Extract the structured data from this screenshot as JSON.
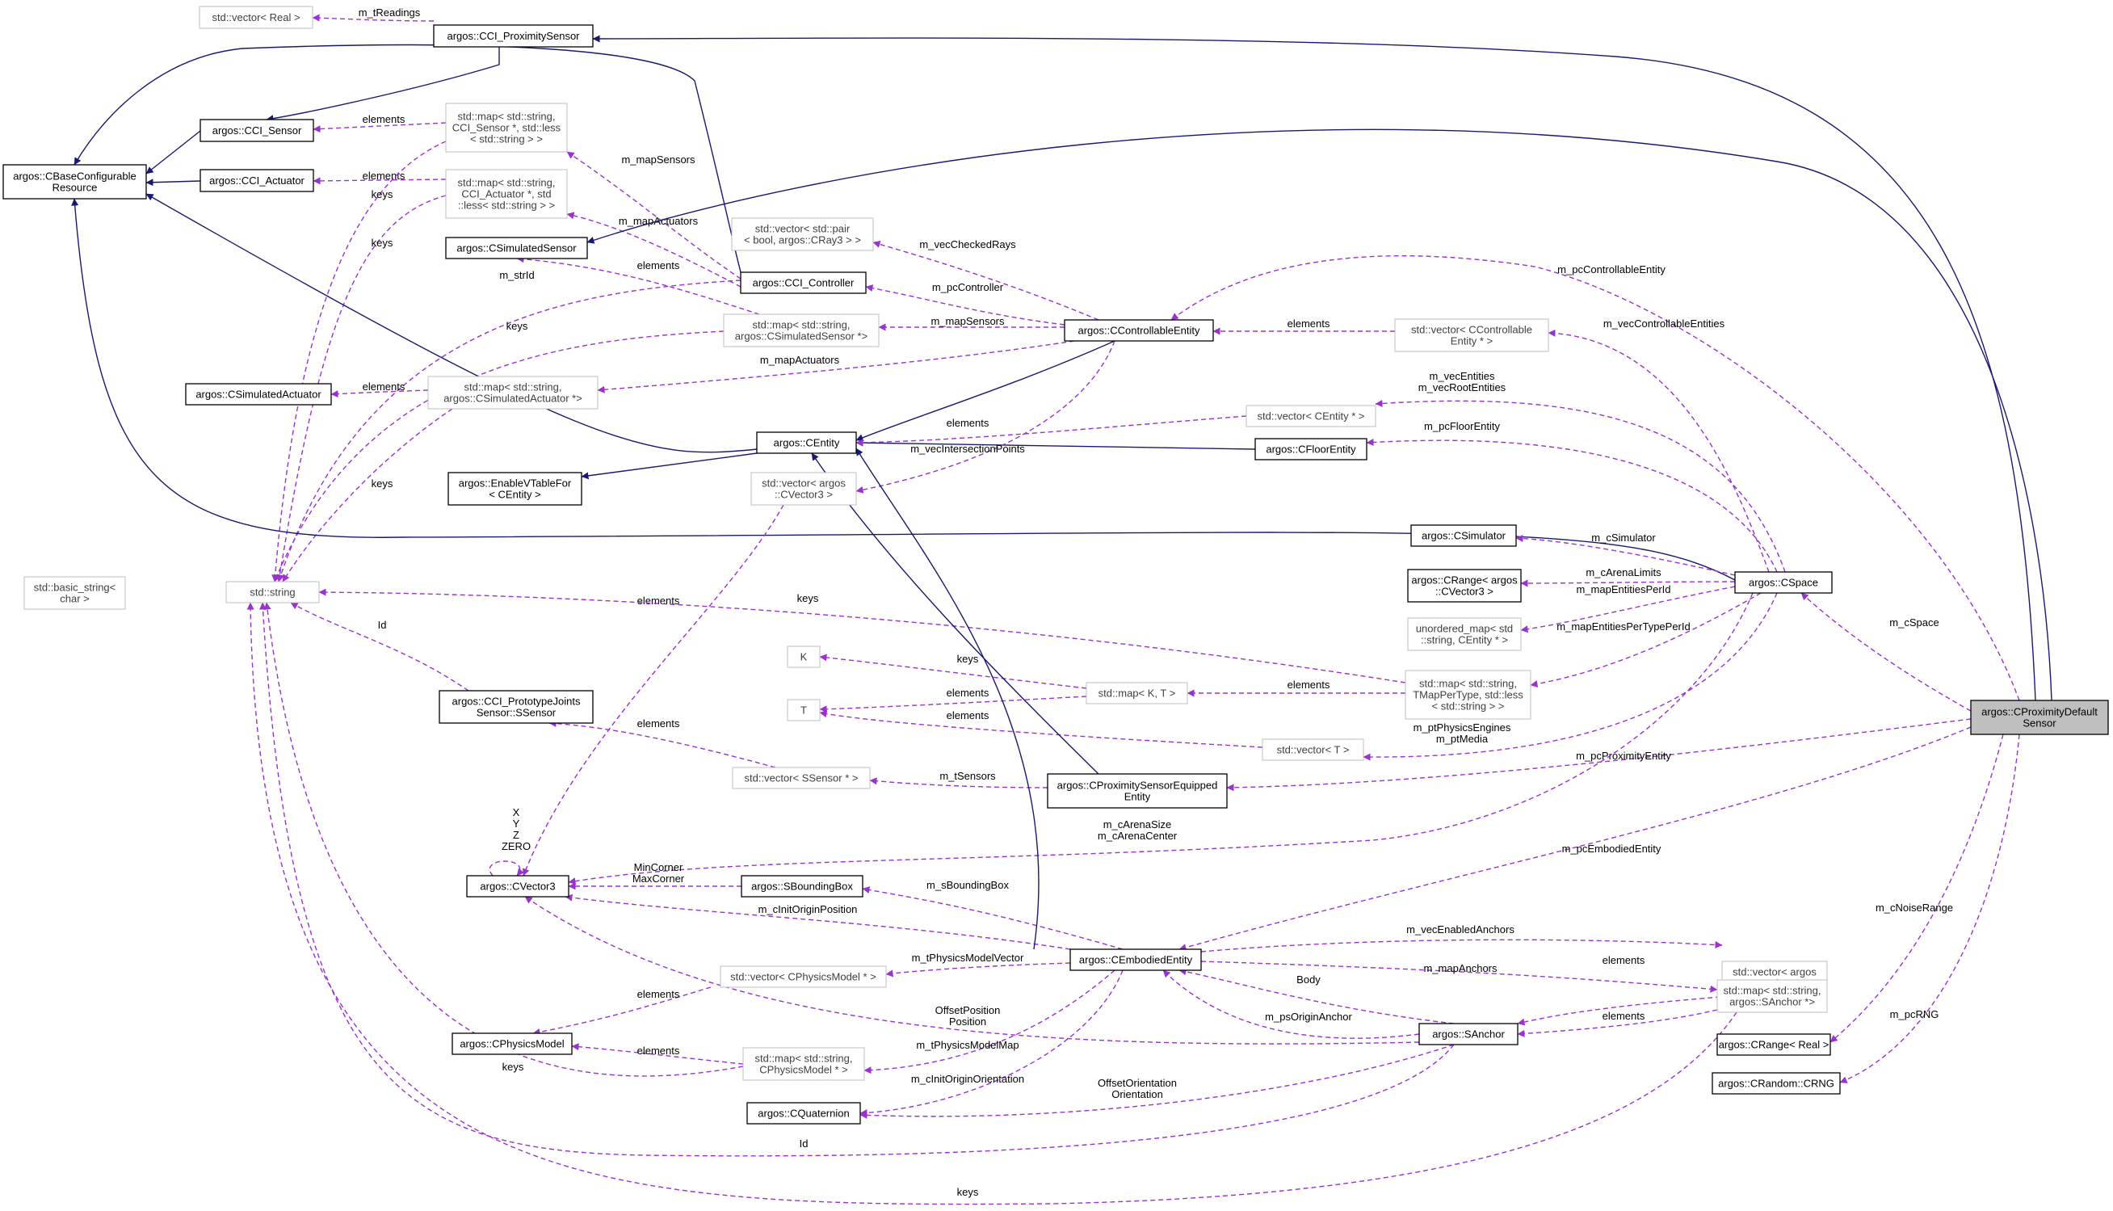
{
  "colors": {
    "inheritance": "#191970",
    "usage": "#9a32cd",
    "node_border": "#000000",
    "template_border": "#bfbfbf",
    "highlight_fill": "#bfbfbf",
    "label": "#000000",
    "template_text": "#404040"
  },
  "nodes": [
    {
      "id": "vector_real",
      "lines": [
        "std::vector< Real >"
      ],
      "style": "template"
    },
    {
      "id": "cci_prox",
      "lines": [
        "argos::CCI_ProximitySensor"
      ],
      "style": "class"
    },
    {
      "id": "cci_sensor",
      "lines": [
        "argos::CCI_Sensor"
      ],
      "style": "class"
    },
    {
      "id": "cbase",
      "lines": [
        "argos::CBaseConfigurable",
        "Resource"
      ],
      "style": "class"
    },
    {
      "id": "cci_actuator",
      "lines": [
        "argos::CCI_Actuator"
      ],
      "style": "class"
    },
    {
      "id": "map_cci_sensor",
      "lines": [
        "std::map< std::string,",
        "CCI_Sensor *, std::less",
        "< std::string > >"
      ],
      "style": "template"
    },
    {
      "id": "map_cci_actuator",
      "lines": [
        "std::map< std::string,",
        "CCI_Actuator *, std",
        "::less< std::string > >"
      ],
      "style": "template"
    },
    {
      "id": "csim_sensor",
      "lines": [
        "argos::CSimulatedSensor"
      ],
      "style": "class"
    },
    {
      "id": "vec_pair",
      "lines": [
        "std::vector< std::pair",
        "< bool, argos::CRay3 > >"
      ],
      "style": "template"
    },
    {
      "id": "cci_controller",
      "lines": [
        "argos::CCI_Controller"
      ],
      "style": "class"
    },
    {
      "id": "map_csim_sensor",
      "lines": [
        "std::map< std::string,",
        "argos::CSimulatedSensor *>"
      ],
      "style": "template"
    },
    {
      "id": "ccontrollable",
      "lines": [
        "argos::CControllableEntity"
      ],
      "style": "class"
    },
    {
      "id": "vec_ccontrollable",
      "lines": [
        "std::vector< CControllable",
        "Entity * >"
      ],
      "style": "template"
    },
    {
      "id": "csim_actuator",
      "lines": [
        "argos::CSimulatedActuator"
      ],
      "style": "class"
    },
    {
      "id": "map_csim_actuator",
      "lines": [
        "std::map< std::string,",
        "argos::CSimulatedActuator *>"
      ],
      "style": "template"
    },
    {
      "id": "vec_centity",
      "lines": [
        "std::vector< CEntity * >"
      ],
      "style": "template"
    },
    {
      "id": "centity",
      "lines": [
        "argos::CEntity"
      ],
      "style": "class"
    },
    {
      "id": "cfloor",
      "lines": [
        "argos::CFloorEntity"
      ],
      "style": "class"
    },
    {
      "id": "enable_vtable",
      "lines": [
        "argos::EnableVTableFor",
        "< CEntity >"
      ],
      "style": "class"
    },
    {
      "id": "vec_cvector3",
      "lines": [
        "std::vector< argos",
        "::CVector3 >"
      ],
      "style": "template"
    },
    {
      "id": "csimulator",
      "lines": [
        "argos::CSimulator"
      ],
      "style": "class"
    },
    {
      "id": "basic_string",
      "lines": [
        "std::basic_string<",
        "char >"
      ],
      "style": "template"
    },
    {
      "id": "std_string",
      "lines": [
        "std::string"
      ],
      "style": "template"
    },
    {
      "id": "crange_cvector3",
      "lines": [
        "argos::CRange< argos",
        "::CVector3 >"
      ],
      "style": "class"
    },
    {
      "id": "cspace",
      "lines": [
        "argos::CSpace"
      ],
      "style": "class"
    },
    {
      "id": "unordered_map",
      "lines": [
        "unordered_map< std",
        "::string, CEntity * >"
      ],
      "style": "template"
    },
    {
      "id": "K",
      "lines": [
        "K"
      ],
      "style": "template"
    },
    {
      "id": "map_KT",
      "lines": [
        "std::map< K, T >"
      ],
      "style": "template"
    },
    {
      "id": "map_tmap",
      "lines": [
        "std::map< std::string,",
        "TMapPerType, std::less",
        "< std::string > >"
      ],
      "style": "template"
    },
    {
      "id": "T",
      "lines": [
        "T"
      ],
      "style": "template"
    },
    {
      "id": "sensor_ssensor",
      "lines": [
        "argos::CCI_PrototypeJoints",
        "Sensor::SSensor"
      ],
      "style": "class"
    },
    {
      "id": "vec_T",
      "lines": [
        "std::vector< T >"
      ],
      "style": "template"
    },
    {
      "id": "vec_ssensor",
      "lines": [
        "std::vector< SSensor * >"
      ],
      "style": "template"
    },
    {
      "id": "cprox_equipped",
      "lines": [
        "argos::CProximitySensorEquipped",
        "Entity"
      ],
      "style": "class"
    },
    {
      "id": "cprox_default",
      "lines": [
        "argos::CProximityDefault",
        "Sensor"
      ],
      "style": "highlight"
    },
    {
      "id": "cvector3",
      "lines": [
        "argos::CVector3"
      ],
      "style": "class"
    },
    {
      "id": "sbbox",
      "lines": [
        "argos::SBoundingBox"
      ],
      "style": "class"
    },
    {
      "id": "cembodied",
      "lines": [
        "argos::CEmbodiedEntity"
      ],
      "style": "class"
    },
    {
      "id": "vec_sanchor",
      "lines": [
        "std::vector< argos",
        "::SAnchor *>"
      ],
      "style": "template"
    },
    {
      "id": "vec_cphysics",
      "lines": [
        "std::vector< CPhysicsModel * >"
      ],
      "style": "template"
    },
    {
      "id": "map_sanchor",
      "lines": [
        "std::map< std::string,",
        "argos::SAnchor *>"
      ],
      "style": "template"
    },
    {
      "id": "cphysics",
      "lines": [
        "argos::CPhysicsModel"
      ],
      "style": "class"
    },
    {
      "id": "sanchor",
      "lines": [
        "argos::SAnchor"
      ],
      "style": "class"
    },
    {
      "id": "crange_real",
      "lines": [
        "argos::CRange< Real >"
      ],
      "style": "class"
    },
    {
      "id": "map_cphysics",
      "lines": [
        "std::map< std::string,",
        "CPhysicsModel * >"
      ],
      "style": "template"
    },
    {
      "id": "crng",
      "lines": [
        "argos::CRandom::CRNG"
      ],
      "style": "class"
    },
    {
      "id": "cquaternion",
      "lines": [
        "argos::CQuaternion"
      ],
      "style": "class"
    }
  ],
  "edges": [
    {
      "id": "e1",
      "kind": "usage",
      "lines": [
        "m_tReadings"
      ]
    },
    {
      "id": "e2",
      "kind": "inherit",
      "lines": []
    },
    {
      "id": "e3",
      "kind": "inherit",
      "lines": []
    },
    {
      "id": "e4",
      "kind": "inherit",
      "lines": []
    },
    {
      "id": "e5",
      "kind": "inherit",
      "lines": []
    },
    {
      "id": "e6",
      "kind": "usage",
      "lines": [
        "elements"
      ]
    },
    {
      "id": "e7",
      "kind": "usage",
      "lines": [
        "elements"
      ]
    },
    {
      "id": "e8",
      "kind": "usage",
      "lines": [
        "keys"
      ]
    },
    {
      "id": "e9",
      "kind": "usage",
      "lines": [
        "keys"
      ]
    },
    {
      "id": "e10",
      "kind": "usage",
      "lines": [
        "m_mapSensors"
      ]
    },
    {
      "id": "e11",
      "kind": "usage",
      "lines": [
        "m_mapActuators"
      ]
    },
    {
      "id": "e12",
      "kind": "inherit",
      "lines": []
    },
    {
      "id": "e13",
      "kind": "inherit",
      "lines": []
    },
    {
      "id": "e14",
      "kind": "usage",
      "lines": [
        "m_strId"
      ]
    },
    {
      "id": "e15",
      "kind": "usage",
      "lines": [
        "elements"
      ]
    },
    {
      "id": "e16",
      "kind": "usage",
      "lines": [
        "keys"
      ]
    },
    {
      "id": "e17",
      "kind": "usage",
      "lines": [
        "m_vecCheckedRays"
      ]
    },
    {
      "id": "e18",
      "kind": "usage",
      "lines": [
        "m_pcController"
      ]
    },
    {
      "id": "e19",
      "kind": "usage",
      "lines": [
        "m_mapSensors"
      ]
    },
    {
      "id": "e20",
      "kind": "usage",
      "lines": [
        "m_mapActuators"
      ]
    },
    {
      "id": "e21",
      "kind": "usage",
      "lines": [
        "elements"
      ]
    },
    {
      "id": "e22",
      "kind": "usage",
      "lines": [
        "keys"
      ]
    },
    {
      "id": "e23",
      "kind": "usage",
      "lines": [
        "elements"
      ]
    },
    {
      "id": "e24",
      "kind": "usage",
      "lines": [
        "m_pcControllableEntity"
      ]
    },
    {
      "id": "e25",
      "kind": "usage",
      "lines": [
        "m_vecControllableEntities"
      ]
    },
    {
      "id": "e26",
      "kind": "inherit",
      "lines": []
    },
    {
      "id": "e27",
      "kind": "inherit",
      "lines": []
    },
    {
      "id": "e28",
      "kind": "inherit",
      "lines": []
    },
    {
      "id": "e29",
      "kind": "inherit",
      "lines": []
    },
    {
      "id": "e30",
      "kind": "usage",
      "lines": [
        "elements"
      ]
    },
    {
      "id": "e31",
      "kind": "usage",
      "lines": [
        "m_vecEntities",
        "m_vecRootEntities"
      ]
    },
    {
      "id": "e32",
      "kind": "usage",
      "lines": [
        "m_pcFloorEntity"
      ]
    },
    {
      "id": "e33",
      "kind": "usage",
      "lines": [
        "m_vecIntersectionPoints"
      ]
    },
    {
      "id": "e34",
      "kind": "inherit",
      "lines": []
    },
    {
      "id": "e35",
      "kind": "usage",
      "lines": [
        "elements"
      ]
    },
    {
      "id": "e36",
      "kind": "usage",
      "lines": [
        "m_cSimulator"
      ]
    },
    {
      "id": "e37",
      "kind": "usage",
      "lines": [
        "m_cArenaLimits"
      ]
    },
    {
      "id": "e38",
      "kind": "usage",
      "lines": [
        "m_mapEntitiesPerId"
      ]
    },
    {
      "id": "e39",
      "kind": "usage",
      "lines": [
        "m_mapEntitiesPerTypePerId"
      ]
    },
    {
      "id": "e40",
      "kind": "usage",
      "lines": [
        "keys"
      ]
    },
    {
      "id": "e41",
      "kind": "usage",
      "lines": [
        "elements"
      ]
    },
    {
      "id": "e42",
      "kind": "usage",
      "lines": [
        "keys"
      ]
    },
    {
      "id": "e43",
      "kind": "usage",
      "lines": [
        "elements"
      ]
    },
    {
      "id": "e44",
      "kind": "usage",
      "lines": [
        "elements"
      ]
    },
    {
      "id": "e45",
      "kind": "usage",
      "lines": [
        "m_ptPhysicsEngines",
        "m_ptMedia"
      ]
    },
    {
      "id": "e46",
      "kind": "usage",
      "lines": [
        "Id"
      ]
    },
    {
      "id": "e47",
      "kind": "usage",
      "lines": [
        "elements"
      ]
    },
    {
      "id": "e48",
      "kind": "usage",
      "lines": [
        "m_tSensors"
      ]
    },
    {
      "id": "e49",
      "kind": "inherit",
      "lines": []
    },
    {
      "id": "e50",
      "kind": "usage",
      "lines": [
        "m_pcProximityEntity"
      ]
    },
    {
      "id": "e51",
      "kind": "usage",
      "lines": [
        "m_cSpace"
      ]
    },
    {
      "id": "e52",
      "kind": "usage",
      "lines": [
        "X",
        "Y",
        "Z",
        "ZERO"
      ]
    },
    {
      "id": "e53",
      "kind": "usage",
      "lines": [
        "m_cArenaSize",
        "m_cArenaCenter"
      ]
    },
    {
      "id": "e54",
      "kind": "usage",
      "lines": [
        "MinCorner",
        "MaxCorner"
      ]
    },
    {
      "id": "e55",
      "kind": "usage",
      "lines": [
        "m_sBoundingBox"
      ]
    },
    {
      "id": "e56",
      "kind": "usage",
      "lines": [
        "m_cInitOriginPosition"
      ]
    },
    {
      "id": "e57",
      "kind": "usage",
      "lines": [
        "m_pcEmbodiedEntity"
      ]
    },
    {
      "id": "e58",
      "kind": "inherit",
      "lines": []
    },
    {
      "id": "e59",
      "kind": "usage",
      "lines": [
        "m_vecEnabledAnchors"
      ]
    },
    {
      "id": "e60",
      "kind": "usage",
      "lines": [
        "m_tPhysicsModelVector"
      ]
    },
    {
      "id": "e61",
      "kind": "usage",
      "lines": [
        "m_mapAnchors"
      ]
    },
    {
      "id": "e62",
      "kind": "usage",
      "lines": [
        "Body"
      ]
    },
    {
      "id": "e63",
      "kind": "usage",
      "lines": [
        "m_psOriginAnchor"
      ]
    },
    {
      "id": "e64",
      "kind": "usage",
      "lines": [
        "elements"
      ]
    },
    {
      "id": "e65",
      "kind": "usage",
      "lines": [
        "elements"
      ]
    },
    {
      "id": "e66",
      "kind": "usage",
      "lines": [
        "elements"
      ]
    },
    {
      "id": "e67",
      "kind": "usage",
      "lines": [
        "OffsetPosition",
        "Position"
      ]
    },
    {
      "id": "e68",
      "kind": "usage",
      "lines": [
        "m_cNoiseRange"
      ]
    },
    {
      "id": "e69",
      "kind": "usage",
      "lines": [
        "m_pcRNG"
      ]
    },
    {
      "id": "e70",
      "kind": "usage",
      "lines": [
        "elements"
      ]
    },
    {
      "id": "e71",
      "kind": "usage",
      "lines": [
        "keys"
      ]
    },
    {
      "id": "e72",
      "kind": "usage",
      "lines": [
        "m_tPhysicsModelMap"
      ]
    },
    {
      "id": "e73",
      "kind": "usage",
      "lines": [
        "m_cInitOriginOrientation"
      ]
    },
    {
      "id": "e74",
      "kind": "usage",
      "lines": [
        "OffsetOrientation",
        "Orientation"
      ]
    },
    {
      "id": "e75",
      "kind": "usage",
      "lines": [
        "Id"
      ]
    },
    {
      "id": "e76",
      "kind": "usage",
      "lines": [
        "keys"
      ]
    }
  ]
}
